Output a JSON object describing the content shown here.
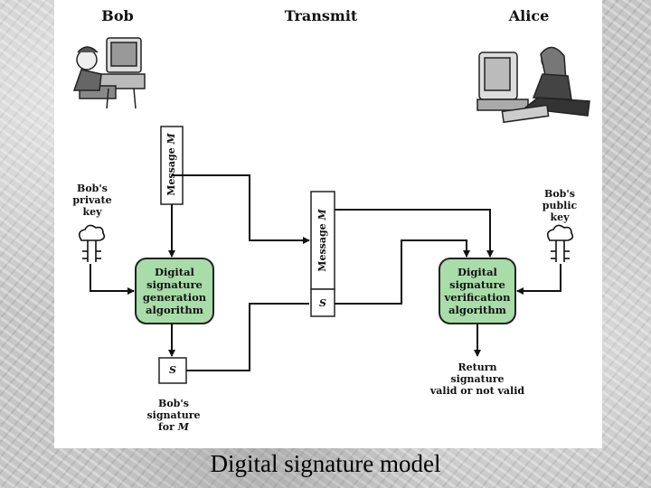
{
  "headers": {
    "bob": "Bob",
    "transmit": "Transmit",
    "alice": "Alice"
  },
  "bob_key": {
    "line1": "Bob's",
    "line2": "private",
    "line3": "key"
  },
  "alice_key": {
    "line1": "Bob's",
    "line2": "public",
    "line3": "key"
  },
  "message_label": "Message",
  "message_var": "M",
  "generation": {
    "line1": "Digital",
    "line2": "signature",
    "line3": "generation",
    "line4": "algorithm"
  },
  "verification": {
    "line1": "Digital",
    "line2": "signature",
    "line3": "verification",
    "line4": "algorithm"
  },
  "signature_symbol": "S",
  "bob_signature": {
    "line1": "Bob's",
    "line2": "signature",
    "line3_prefix": "for",
    "line3_var": "M"
  },
  "result": {
    "line1": "Return",
    "line2": "signature",
    "line3": "valid or not valid"
  },
  "caption": "Digital signature model",
  "colors": {
    "algorithm_fill": "#a8dca8",
    "box_stroke": "#222222"
  }
}
